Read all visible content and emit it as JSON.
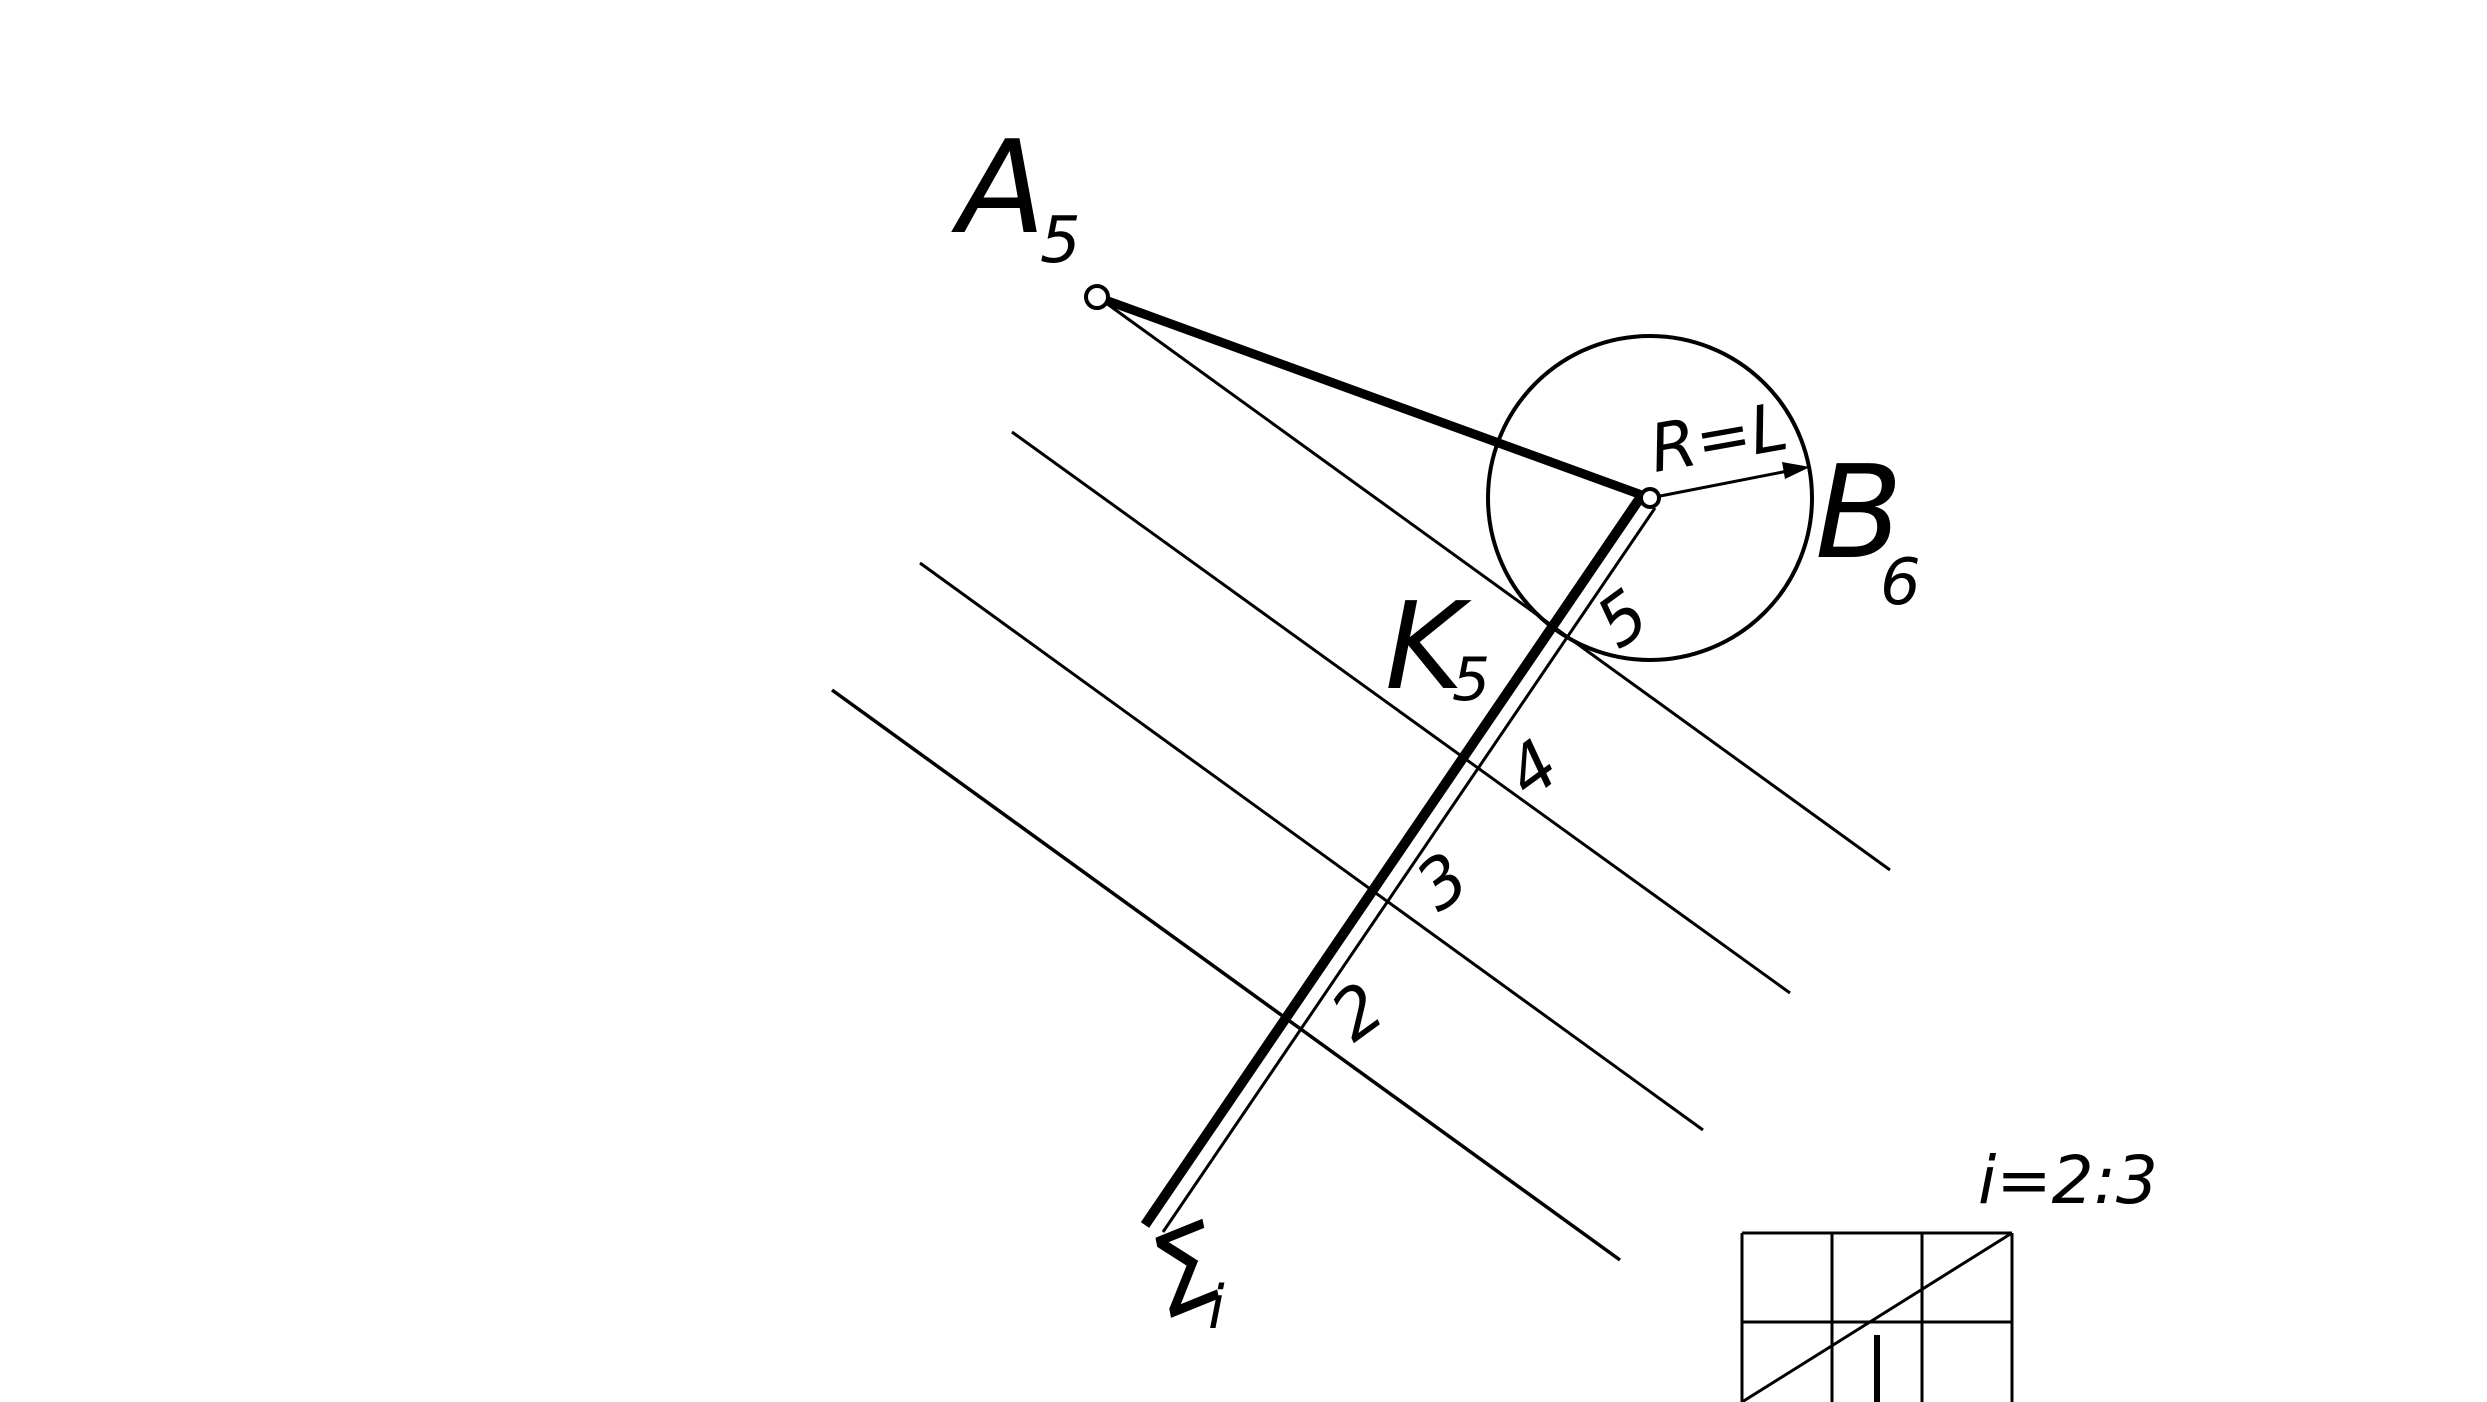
{
  "colors": {
    "ink": "#000000",
    "background": "#ffffff"
  },
  "labels": {
    "a": "A",
    "a_sub": "5",
    "b": "B",
    "b_sub": "6",
    "k": "K",
    "k_sub": "5",
    "sigma": "Σ",
    "sigma_sub": "i",
    "radius": "R=L",
    "slope": "i=2:3"
  },
  "contour_marks": [
    "5",
    "4",
    "3",
    "2"
  ]
}
